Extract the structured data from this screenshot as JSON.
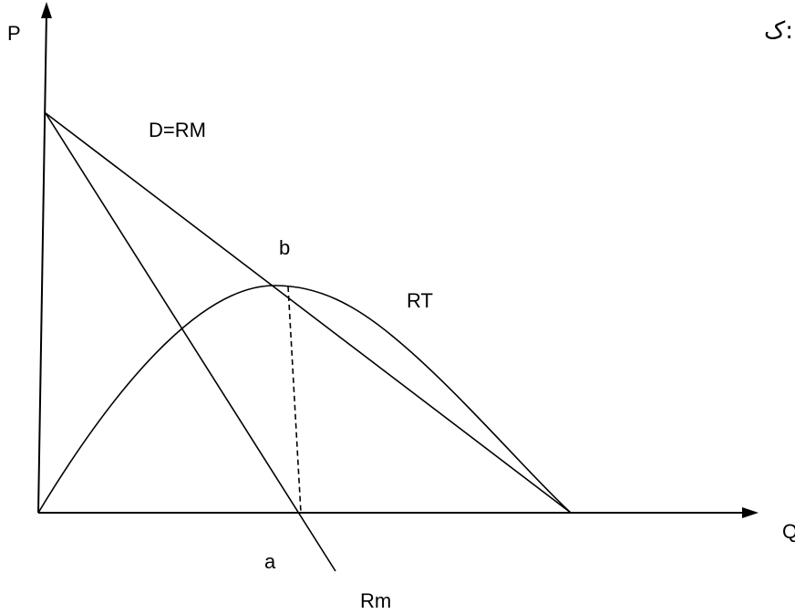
{
  "diagram": {
    "axes": {
      "y_label": "P",
      "x_label": "Q"
    },
    "curves": {
      "demand_label": "D=RM",
      "marginal_revenue_label": "Rm",
      "total_revenue_label": "RT"
    },
    "points": {
      "top_point_label": "b",
      "axis_point_label": "a"
    },
    "corner_text": "ک:"
  }
}
